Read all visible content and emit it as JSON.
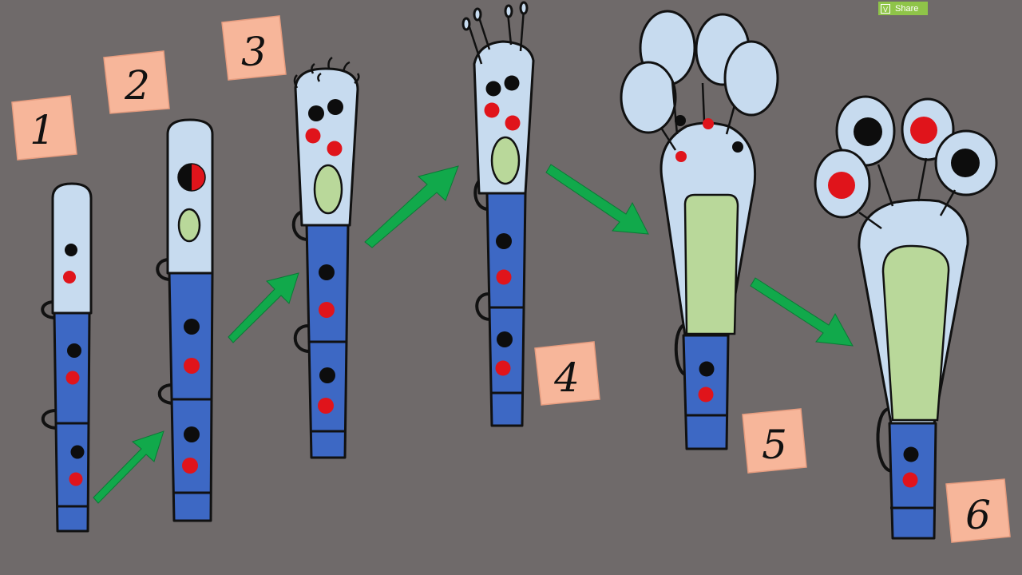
{
  "stage_labels": [
    "1",
    "2",
    "3",
    "4",
    "5",
    "6"
  ],
  "share_button": {
    "icon_letter": "V",
    "label": "Share"
  },
  "colors": {
    "background": "#6f6a6a",
    "tip_cell": "#c7dbef",
    "hypha": "#3d68c4",
    "vacuole": "#b9d89a",
    "nucleus_dark": "#0d0d0d",
    "nucleus_red": "#e0141b",
    "arrow": "#11a94b",
    "sticky_note": "#f7b69a"
  }
}
